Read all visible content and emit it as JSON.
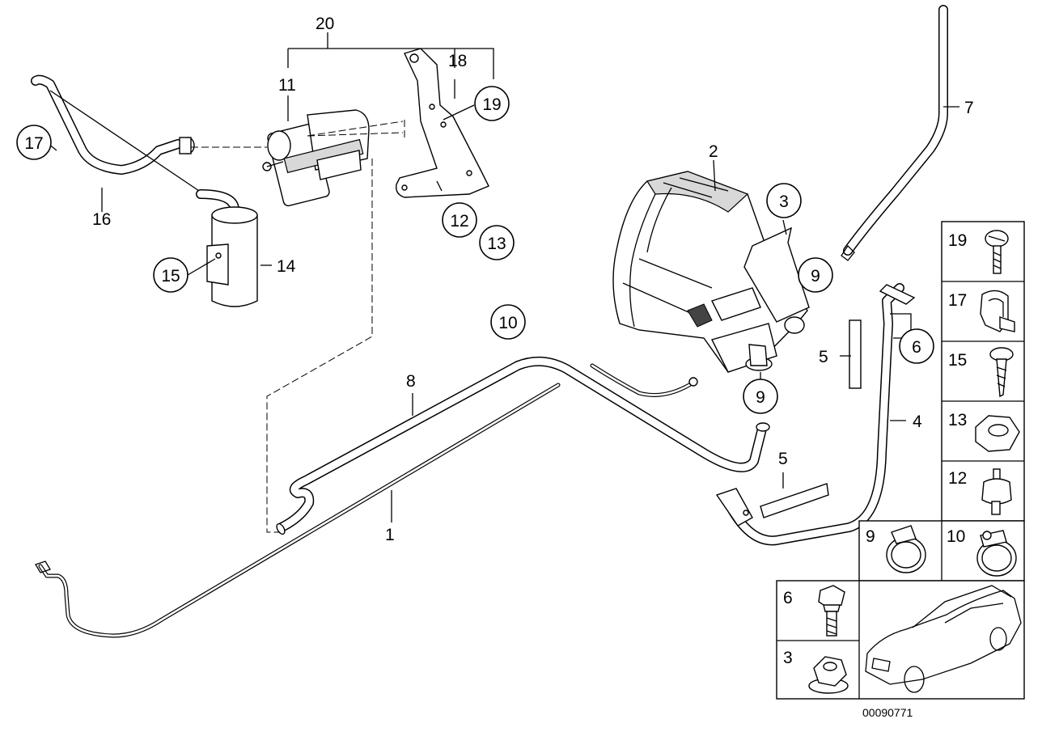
{
  "diagram": {
    "plain_labels": {
      "hose_1": "1",
      "canister_2": "2",
      "bracket_4": "4",
      "pad_5_upper": "5",
      "pad_5_lower": "5",
      "pipe_7": "7",
      "hose_8": "8",
      "pump_11": "11",
      "hose_14": "14",
      "hose_16": "16",
      "bracket_18": "18",
      "set_20": "20"
    },
    "circled_labels": {
      "nut_3": "3",
      "bolt_6": "6",
      "clamp_9_upper": "9",
      "clamp_9_lower": "9",
      "clamp_10": "10",
      "mount_12": "12",
      "nut_13": "13",
      "screw_15": "15",
      "clip_17": "17",
      "screw_19": "19"
    },
    "parts_table": [
      "19",
      "17",
      "15",
      "13",
      "12",
      "9",
      "10",
      "6",
      "3"
    ],
    "reference_number": "00090771"
  }
}
